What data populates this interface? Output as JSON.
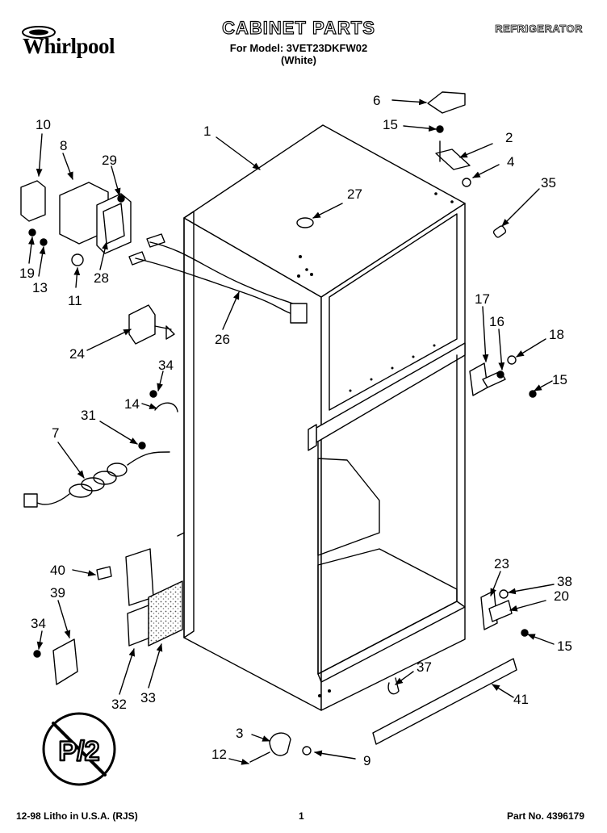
{
  "header": {
    "brand": "Whirlpool",
    "title": "CABINET PARTS",
    "model_line": "For Model: 3VET23DKFW02",
    "color_line": "(White)",
    "product": "REFRIGERATOR"
  },
  "stamp": {
    "text": "P/2"
  },
  "footer": {
    "litho": "12-98 Litho in U.S.A. (RJS)",
    "page": "1",
    "part_no": "Part No. 4396179"
  },
  "callouts": {
    "c1": "1",
    "c2": "2",
    "c3": "3",
    "c4": "4",
    "c6": "6",
    "c7": "7",
    "c8": "8",
    "c9": "9",
    "c10": "10",
    "c11": "11",
    "c12": "12",
    "c13": "13",
    "c14": "14",
    "c15a": "15",
    "c15b": "15",
    "c15c": "15",
    "c16": "16",
    "c17": "17",
    "c18": "18",
    "c19": "19",
    "c20": "20",
    "c23": "23",
    "c24": "24",
    "c26": "26",
    "c27": "27",
    "c28": "28",
    "c29": "29",
    "c31": "31",
    "c32": "32",
    "c33": "33",
    "c34a": "34",
    "c34b": "34",
    "c35": "35",
    "c37": "37",
    "c38": "38",
    "c39": "39",
    "c40": "40",
    "c41": "41"
  },
  "colors": {
    "line": "#000000",
    "background": "#ffffff",
    "insulation": "#999999"
  }
}
